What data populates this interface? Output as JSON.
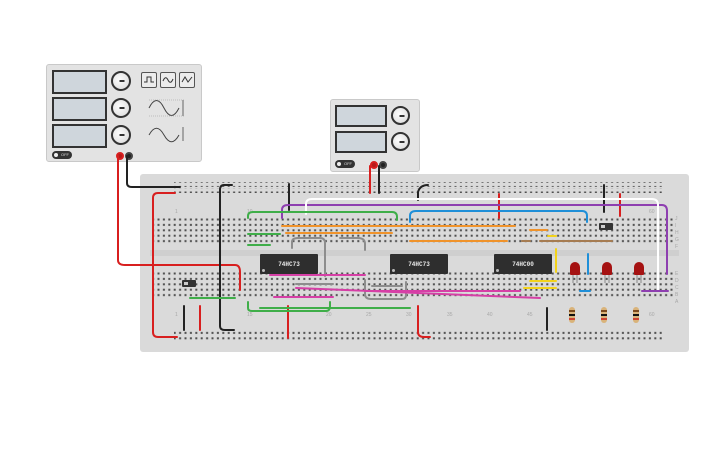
{
  "function_generator": {
    "power_label": "OFF",
    "wave_buttons": [
      "square-wave-icon",
      "triangle-wave-icon",
      "sine-wave-icon"
    ]
  },
  "power_supply": {
    "power_label": "OFF"
  },
  "breadboard": {
    "column_numbers_top": [
      "1",
      "5",
      "10",
      "15",
      "20",
      "25",
      "30",
      "35",
      "40",
      "45",
      "50",
      "55",
      "60"
    ],
    "column_numbers_bottom": [
      "1",
      "5",
      "10",
      "15",
      "20",
      "25",
      "30",
      "35",
      "40",
      "45",
      "50",
      "55",
      "60"
    ],
    "row_labels_top": [
      "J",
      "I",
      "H",
      "G",
      "F"
    ],
    "row_labels_bottom": [
      "E",
      "D",
      "C",
      "B",
      "A"
    ]
  },
  "chips": [
    {
      "label": "74HC73"
    },
    {
      "label": "74HC73"
    },
    {
      "label": "74HC00"
    }
  ],
  "colors": {
    "wire_red": "#d81f1f",
    "wire_black": "#222222",
    "wire_green": "#3fae49",
    "wire_orange": "#f0932b",
    "wire_blue": "#1f8fd8",
    "wire_purple": "#8e3fb0",
    "wire_pink": "#d63fa6",
    "wire_gray": "#8d8d8d",
    "wire_yellow": "#f2d21b",
    "wire_white": "#ffffff",
    "wire_brown": "#a67c52",
    "led_red": "#a51212"
  }
}
